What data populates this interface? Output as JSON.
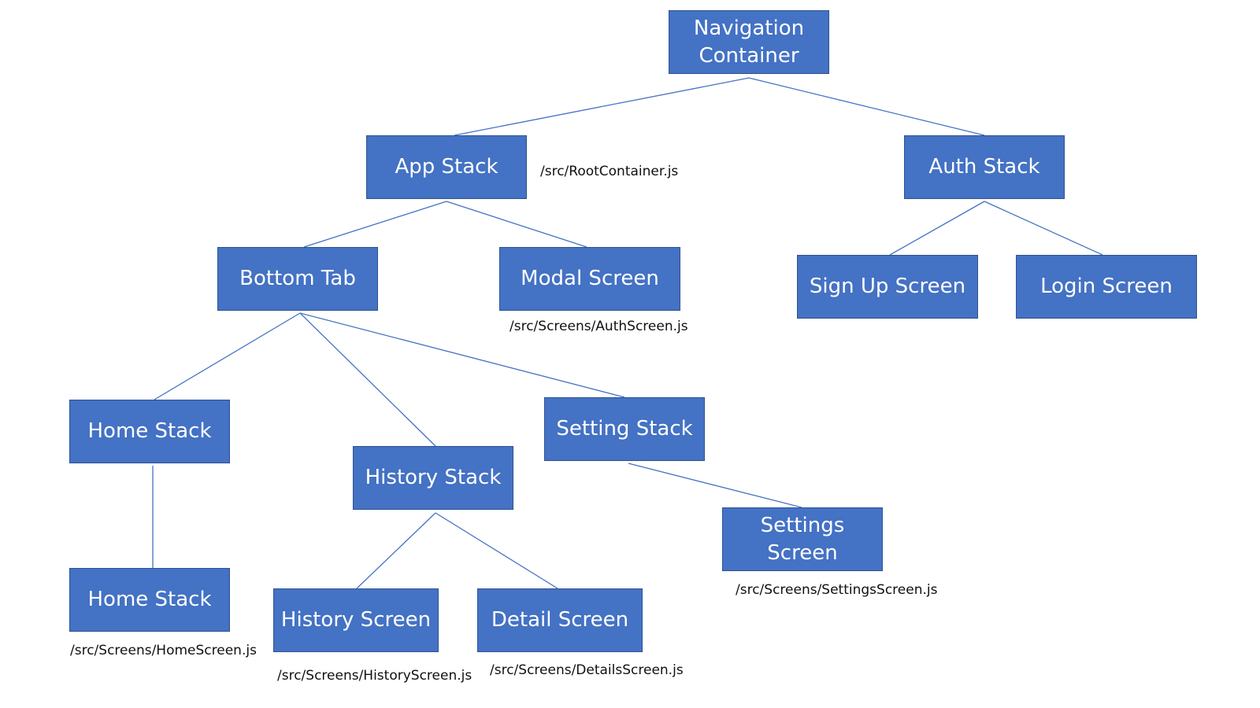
{
  "nodes": {
    "navigation_container": [
      "Navigation",
      "Container"
    ],
    "app_stack": "App Stack",
    "auth_stack": "Auth Stack",
    "bottom_tab": "Bottom Tab",
    "modal_screen": "Modal Screen",
    "sign_up_screen": "Sign Up Screen",
    "login_screen": "Login Screen",
    "home_stack": "Home Stack",
    "history_stack": "History Stack",
    "setting_stack": "Setting Stack",
    "settings_screen": [
      "Settings",
      "Screen"
    ],
    "home_stack_child": "Home Stack",
    "history_screen": "History Screen",
    "detail_screen": "Detail Screen"
  },
  "file_paths": {
    "root_container": "/src/RootContainer.js",
    "auth_screen": "/src/Screens/AuthScreen.js",
    "settings_screen": "/src/Screens/SettingsScreen.js",
    "home_screen": "/src/Screens/HomeScreen.js",
    "history_screen": "/src/Screens/HistoryScreen.js",
    "details_screen": "/src/Screens/DetailsScreen.js"
  },
  "colors": {
    "node_fill": "#4472c4",
    "node_border": "#2f528f",
    "edge": "#4472c4",
    "node_text": "#ffffff",
    "path_text": "#111111"
  }
}
